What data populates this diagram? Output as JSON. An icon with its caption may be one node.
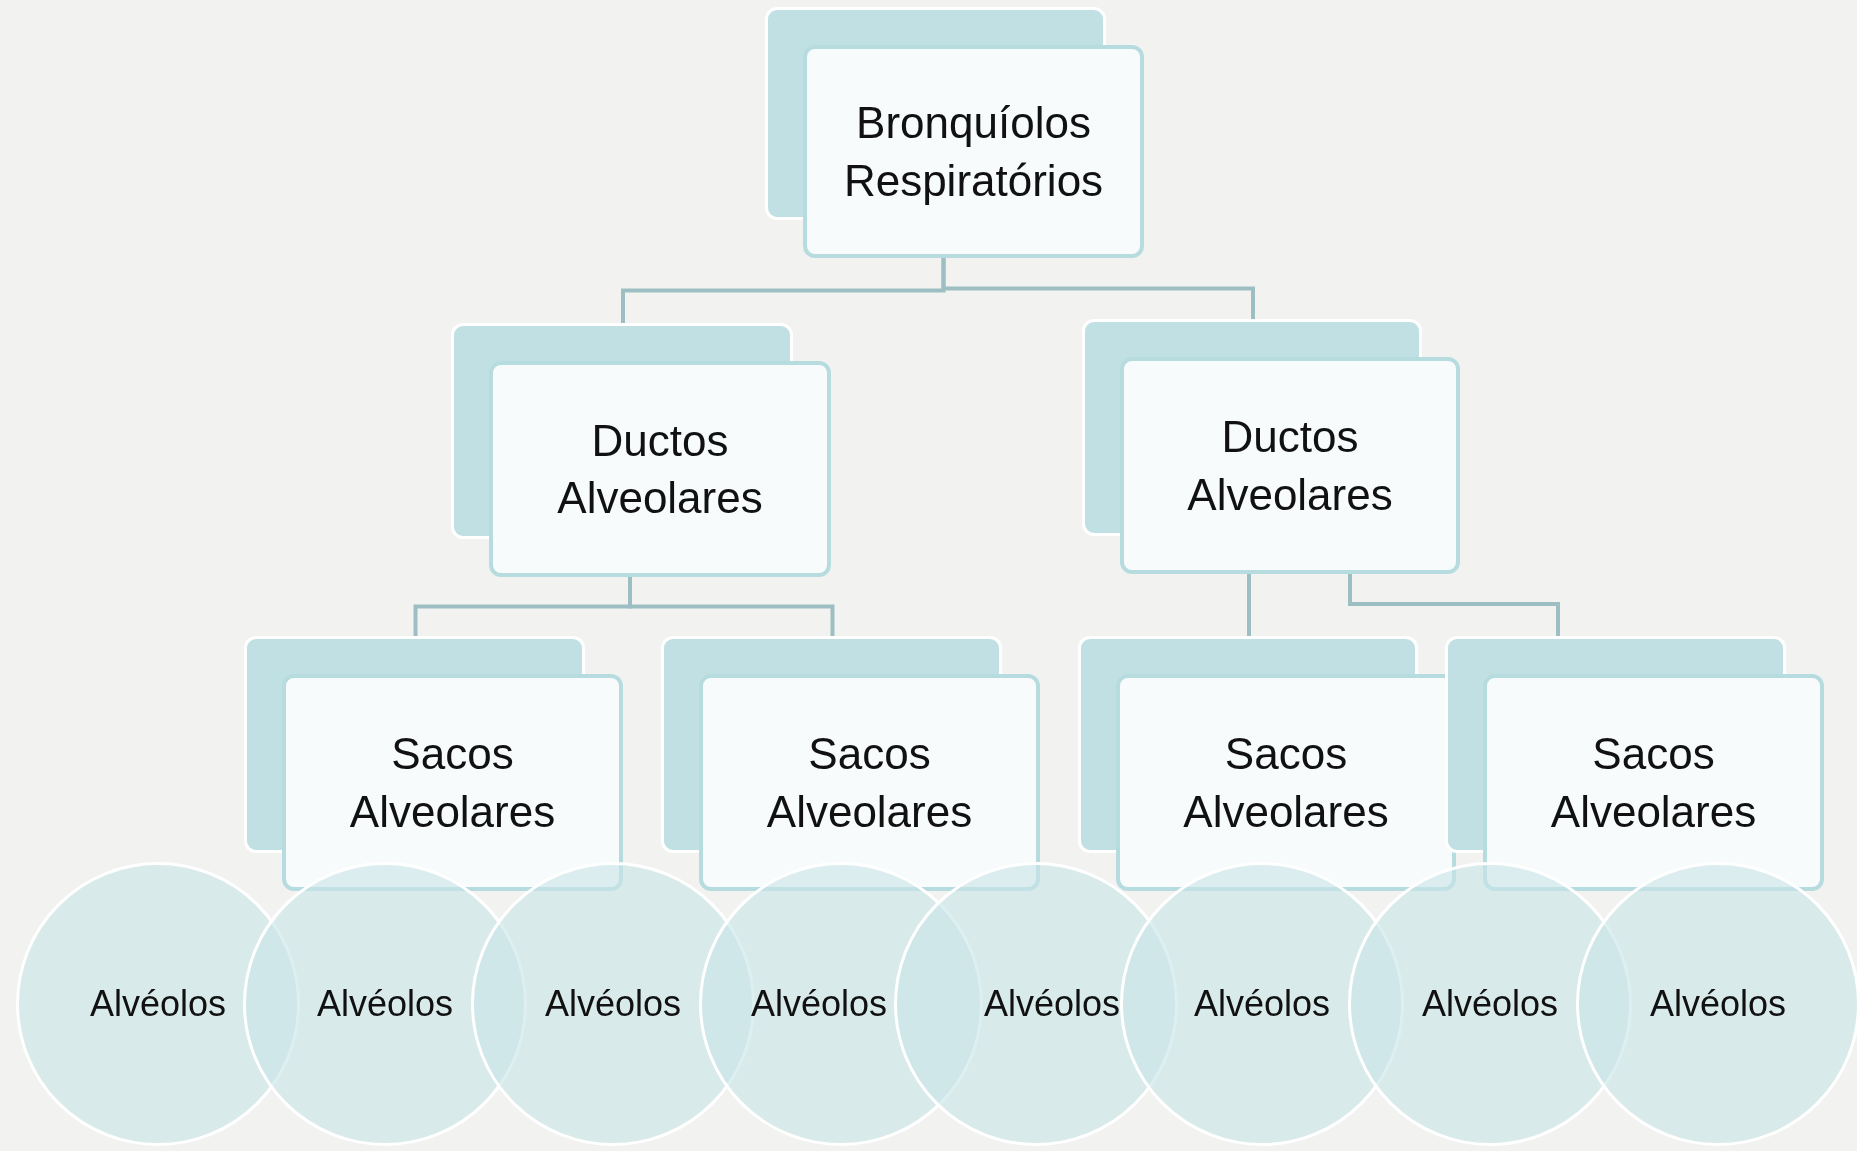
{
  "diagram": {
    "nodes": [
      {
        "text": [
          "Bronquíolos Respiratórios"
        ]
      },
      {
        "text": [
          "Ductos Alveolares"
        ]
      },
      {
        "text": [
          "Ductos Alveolares"
        ]
      },
      {
        "text": [
          "Sacos Alveolares"
        ]
      },
      {
        "text": [
          "Sacos Alveolares"
        ]
      },
      {
        "text": [
          "Sacos Alveolares"
        ]
      },
      {
        "text": [
          "Sacos Alveolares"
        ]
      },
      {
        "text": [
          "Alvéolos"
        ]
      },
      {
        "text": [
          "Alvéolos"
        ]
      },
      {
        "text": [
          "Alvéolos"
        ]
      },
      {
        "text": [
          "Alvéolos"
        ]
      },
      {
        "text": [
          "Alvéolos"
        ]
      },
      {
        "text": [
          "Alvéolos"
        ]
      },
      {
        "text": [
          "Alvéolos"
        ]
      },
      {
        "text": [
          "Alvéolos"
        ]
      }
    ],
    "edges": [
      {
        "from": 0,
        "to": 1,
        "arrow": "none"
      },
      {
        "from": 0,
        "to": 2,
        "arrow": "none"
      },
      {
        "from": 1,
        "to": 3,
        "arrow": "none"
      },
      {
        "from": 1,
        "to": 4,
        "arrow": "none"
      },
      {
        "from": 2,
        "to": 5,
        "arrow": "none"
      },
      {
        "from": 2,
        "to": 6,
        "arrow": "none"
      }
    ]
  }
}
